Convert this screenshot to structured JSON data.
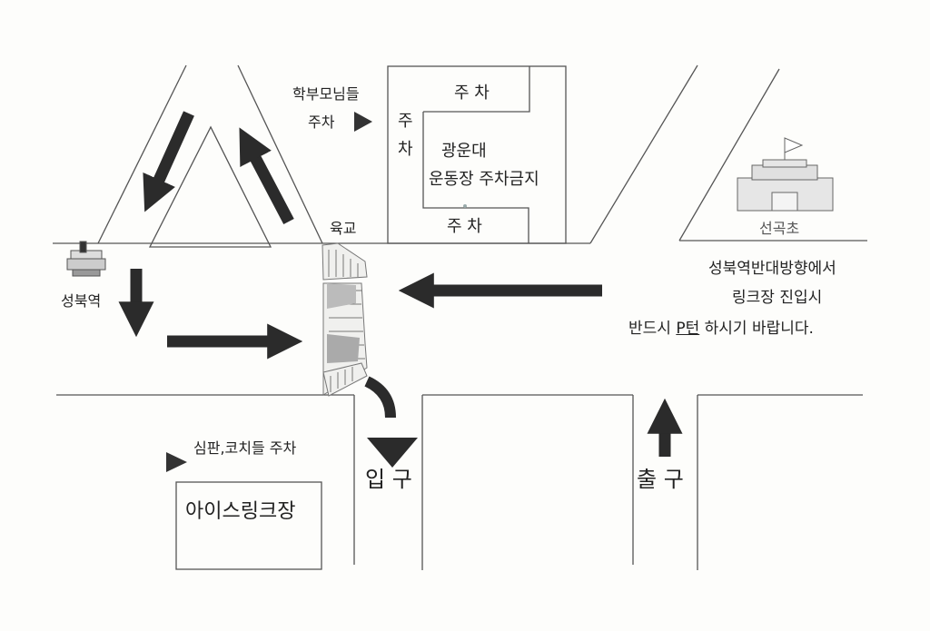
{
  "labels": {
    "parent_parking": "학부모님들",
    "parking_word": "주차",
    "parking_top": "주 차",
    "parking_left_1": "주",
    "parking_left_2": "차",
    "parking_bottom": "주 차",
    "stadium_line1": "광운대",
    "stadium_line2": "운동장 주차금지",
    "overpass": "육교",
    "station": "성북역",
    "school": "선곡초",
    "notice_line1": "성북역반대방향에서",
    "notice_line2": "링크장 진입시",
    "notice_line3_pre": "반드시 ",
    "notice_line3_pturn": "P턴",
    "notice_line3_post": " 하시기 바랍니다.",
    "referee_parking": "심판,코치들 주차",
    "entrance": "입 구",
    "exit": "출 구",
    "ice_rink": "아이스링크장"
  }
}
